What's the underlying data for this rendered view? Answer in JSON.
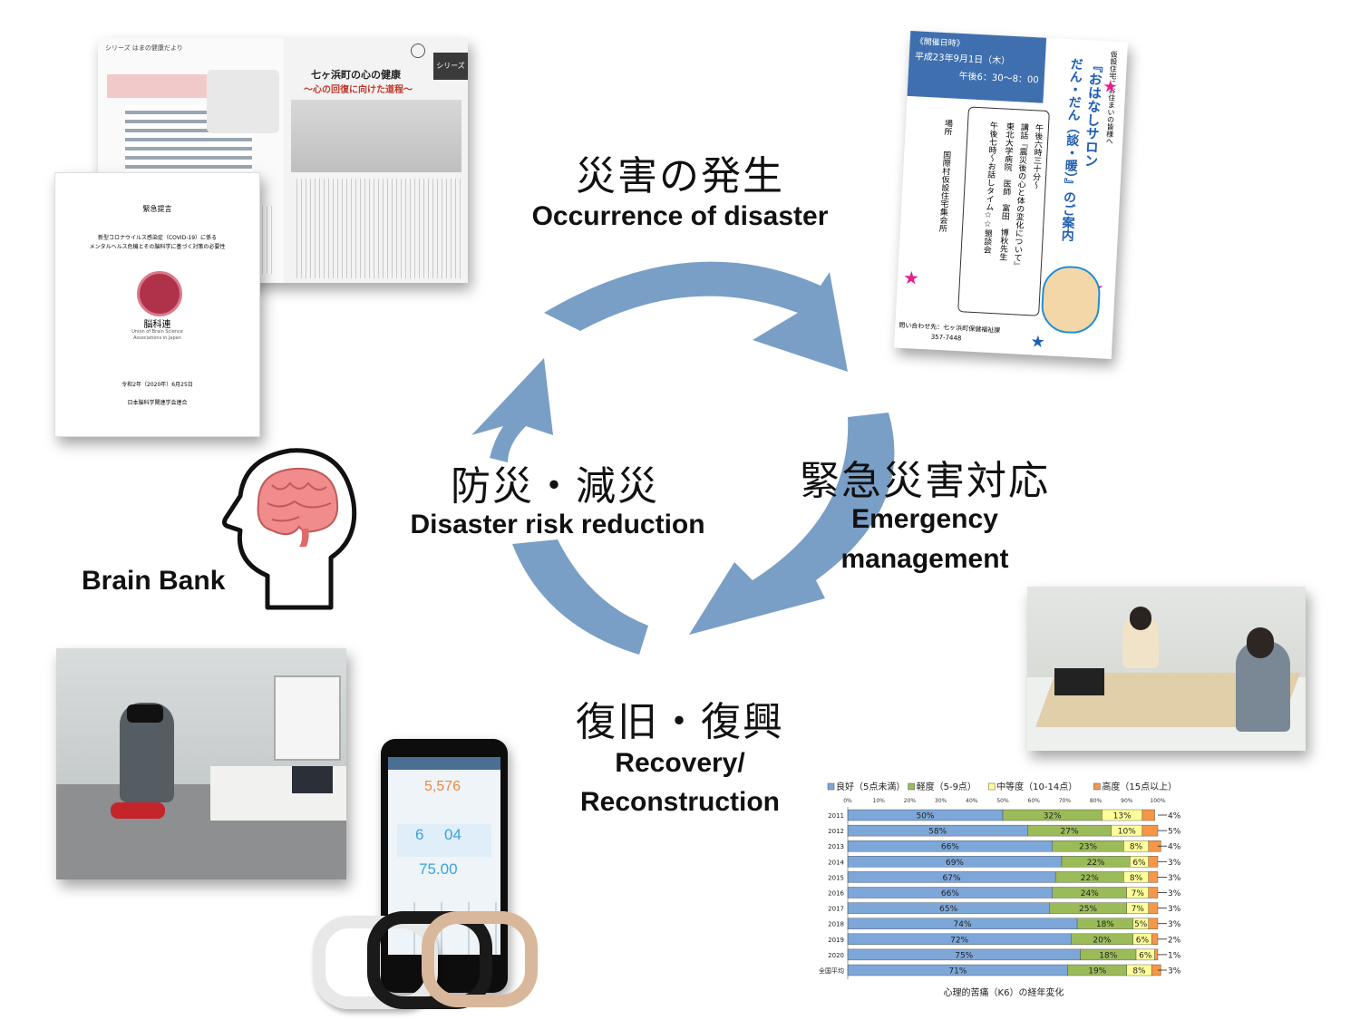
{
  "cycle": {
    "occurrence": {
      "jp": "災害の発生",
      "en": "Occurrence of disaster"
    },
    "emergency": {
      "jp": "緊急災害対応",
      "en1": "Emergency",
      "en2": "management"
    },
    "recovery": {
      "jp": "復旧・復興",
      "en1": "Recovery/",
      "en2": "Reconstruction"
    },
    "reduction": {
      "jp": "防災・減災",
      "en": "Disaster risk reduction"
    }
  },
  "brain_bank": {
    "label": "Brain Bank"
  },
  "magazine": {
    "series": "シリーズ",
    "title_line1": "七ヶ浜町の心の健康",
    "title_line2": "〜心の回復に向けた道程〜",
    "header_small": "シリーズ はまの健康だより"
  },
  "proposal": {
    "title": "緊急提言",
    "subtitle1": "新型コロナウイルス感染症（COVID-19）に係る",
    "subtitle2": "メンタルヘルス危機とその脳科学に基づく対策の必要性",
    "org_jp": "脳科連",
    "org_en1": "Union of Brain Science",
    "org_en2": "Associations in Japan",
    "date": "令和2年（2020年）6月25日",
    "org_full": "日本脳科学関連学会連合"
  },
  "flyer": {
    "header": "《開催日時》",
    "date": "平成23年9月1日（木）",
    "time": "午後6：30〜8：00",
    "title1": "『おはなしサロン",
    "title2": "だん・だん（談・暖）』のご案内",
    "lead": "仮設住宅にお住まいの皆様へ",
    "talk1": "午後六時三十分〜",
    "talk2": "講話『震災後の心と体の変化について』",
    "talk3": "東北大学病院　医師　富田　博秋先生",
    "talk4": "午後七時〜お話しタイム☆☆懇談会",
    "place_label": "場所",
    "place": "国際村仮設住宅集会所",
    "contact": "問い合わせ先：七ヶ浜町保健福祉課",
    "tel": "357-7448"
  },
  "phone": {
    "steps": "5,576",
    "sleep_h": "6",
    "sleep_m": "04",
    "weight": "75.00"
  },
  "chart_data": {
    "type": "bar",
    "stacked": true,
    "orientation": "horizontal",
    "title": "心理的苦痛（K6）の経年変化",
    "legend": [
      "良好（5点未満）",
      "軽度（5-9点）",
      "中等度（10-14点）",
      "高度（15点以上）"
    ],
    "legend_position": "top",
    "colors": [
      "#7da7d9",
      "#9bbb59",
      "#ffff99",
      "#f79646"
    ],
    "xlim": [
      0,
      100
    ],
    "xticks": [
      "0%",
      "10%",
      "20%",
      "30%",
      "40%",
      "50%",
      "60%",
      "70%",
      "80%",
      "90%",
      "100%"
    ],
    "categories": [
      "2011",
      "2012",
      "2013",
      "2014",
      "2015",
      "2016",
      "2017",
      "2018",
      "2019",
      "2020",
      "全国平均"
    ],
    "series": [
      {
        "name": "良好（5点未満）",
        "values": [
          50,
          58,
          66,
          69,
          67,
          66,
          65,
          74,
          72,
          75,
          71
        ]
      },
      {
        "name": "軽度（5-9点）",
        "values": [
          32,
          27,
          23,
          22,
          22,
          24,
          25,
          18,
          20,
          18,
          19
        ]
      },
      {
        "name": "中等度（10-14点）",
        "values": [
          13,
          10,
          8,
          6,
          8,
          7,
          7,
          5,
          6,
          6,
          8
        ]
      },
      {
        "name": "高度（15点以上）",
        "values": [
          4,
          5,
          4,
          3,
          3,
          3,
          3,
          3,
          2,
          1,
          3
        ]
      }
    ]
  }
}
